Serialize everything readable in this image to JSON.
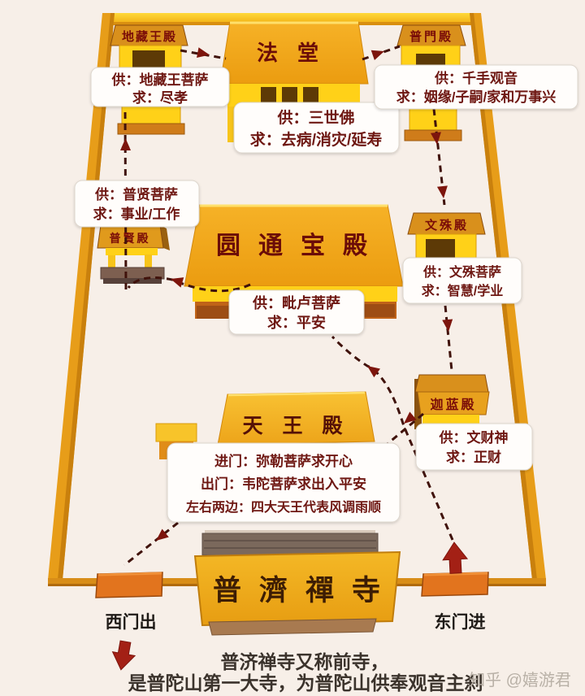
{
  "halls": {
    "dizang": {
      "name": "地藏王殿",
      "gong": "供：地藏王菩萨",
      "qiu": "求：尽孝"
    },
    "fatang": {
      "name": "法堂",
      "gong": "供：三世佛",
      "qiu": "求：去病/消灾/延寿"
    },
    "pumen": {
      "name": "普門殿",
      "gong": "供：千手观音",
      "qiu": "求：姻缘/子嗣/家和万事兴"
    },
    "puxian": {
      "name": "普賢殿",
      "gong": "供：普贤菩萨",
      "qiu": "求：事业/工作"
    },
    "yuantong": {
      "name": "圆通宝殿",
      "gong": "供：毗卢菩萨",
      "qiu": "求：平安"
    },
    "wenshu": {
      "name": "文殊殿",
      "gong": "供：文殊菩萨",
      "qiu": "求：智慧/学业"
    },
    "qielan": {
      "name": "迦蓝殿",
      "gong": "供：文财神",
      "qiu": "求：正财"
    },
    "tianwang": {
      "name": "天王殿",
      "line1": "进门：弥勒菩萨求开心",
      "line2": "出门：韦陀菩萨求出入平安",
      "line3": "左右两边：四大天王代表风调雨顺"
    },
    "puji": {
      "name": "普濟禪寺"
    }
  },
  "gates": {
    "west_label": "西门出",
    "east_label": "东门进"
  },
  "caption": {
    "line1": "普济禅寺又称前寺，",
    "line2": "是普陀山第一大寺，为普陀山供奉观音主刹"
  },
  "watermark": "知乎 @嬉游君",
  "colors": {
    "background": "#f7efe8",
    "wall": "#e79d19",
    "roof": "#f0a61e",
    "facade_yellow": "#ffd118",
    "base_brown": "#c06318",
    "route_dash": "#40120b",
    "arrow_red": "#a32015",
    "label_text": "#6e1712"
  }
}
